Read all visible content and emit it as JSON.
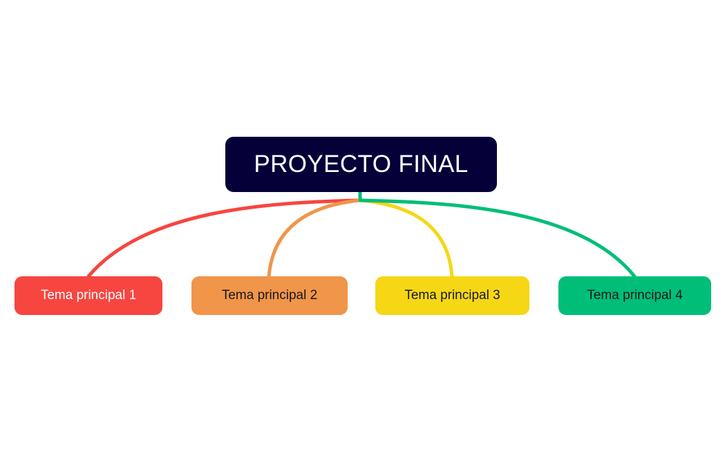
{
  "diagram": {
    "type": "mind-map",
    "background_color": "#FFFFFF",
    "root": {
      "label": "PROYECTO FINAL",
      "fill_color": "#050038",
      "text_color": "#FFFFFF"
    },
    "children": [
      {
        "label": "Tema principal 1",
        "fill_color": "#F74540",
        "text_color": "#FFFFFF",
        "connector_color": "#F74540"
      },
      {
        "label": "Tema principal 2",
        "fill_color": "#F0954A",
        "text_color": "#18181B",
        "connector_color": "#F0954A"
      },
      {
        "label": "Tema principal 3",
        "fill_color": "#F5D716",
        "text_color": "#18181B",
        "connector_color": "#F5D716"
      },
      {
        "label": "Tema principal 4",
        "fill_color": "#00BE78",
        "text_color": "#18181B",
        "connector_color": "#00BE78"
      }
    ],
    "stem": {
      "color": "#00BE78"
    }
  }
}
